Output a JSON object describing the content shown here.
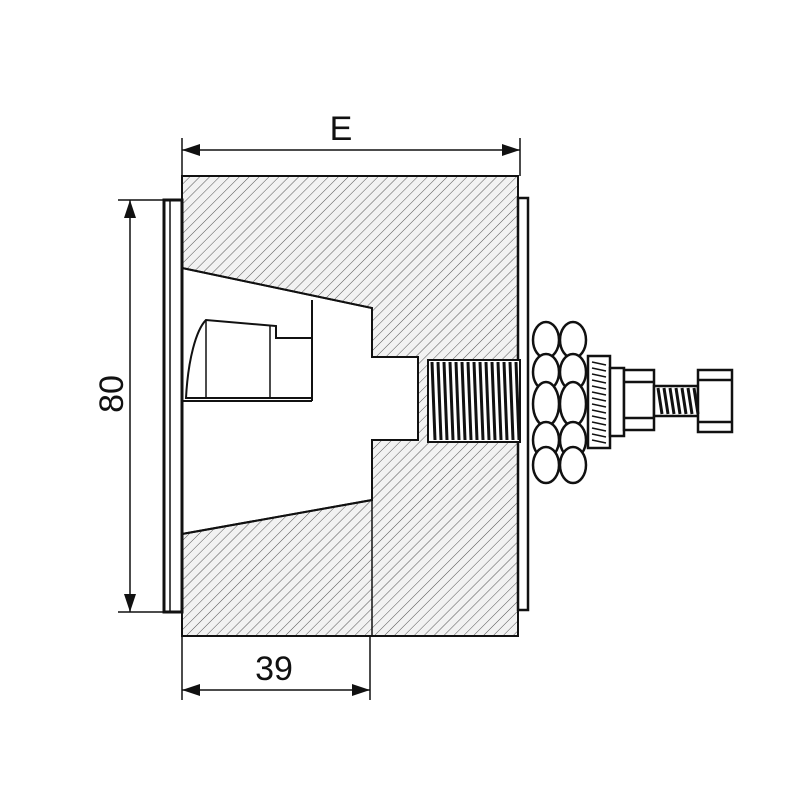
{
  "dimensions": {
    "overall_width_label": "E",
    "height_label": "80",
    "depth_label": "39"
  },
  "colors": {
    "line": "#111111",
    "hatch_background": "#f2f2f2"
  }
}
